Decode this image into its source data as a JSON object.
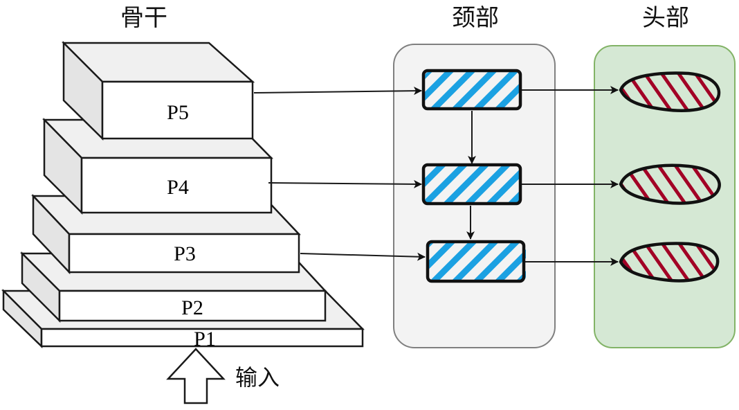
{
  "titles": {
    "backbone": "骨干",
    "neck": "颈部",
    "head": "头部"
  },
  "backbone": {
    "levels": [
      {
        "id": "P1",
        "label": "P1"
      },
      {
        "id": "P2",
        "label": "P2"
      },
      {
        "id": "P3",
        "label": "P3"
      },
      {
        "id": "P4",
        "label": "P4"
      },
      {
        "id": "P5",
        "label": "P5"
      }
    ]
  },
  "input": {
    "label": "输入",
    "icon": "up-arrow-icon"
  },
  "neck": {
    "blocks": [
      {
        "id": "neck-block-1",
        "source": "P5"
      },
      {
        "id": "neck-block-2",
        "source": "P4"
      },
      {
        "id": "neck-block-3",
        "source": "P3"
      }
    ],
    "fill_pattern": "hatched"
  },
  "head": {
    "blocks": [
      {
        "id": "head-block-1"
      },
      {
        "id": "head-block-2"
      },
      {
        "id": "head-block-3"
      }
    ],
    "fill_pattern": "hatched"
  },
  "colors": {
    "neck_panel_fill": "#f3f3f3",
    "neck_panel_stroke": "#7f7f7f",
    "head_panel_fill": "#d5e8d4",
    "head_panel_stroke": "#82b366",
    "neck_hatch": "#1ba1e2",
    "head_hatch": "#a20025",
    "box_top": "#f0f0f0",
    "box_side": "#e4e4e4"
  }
}
